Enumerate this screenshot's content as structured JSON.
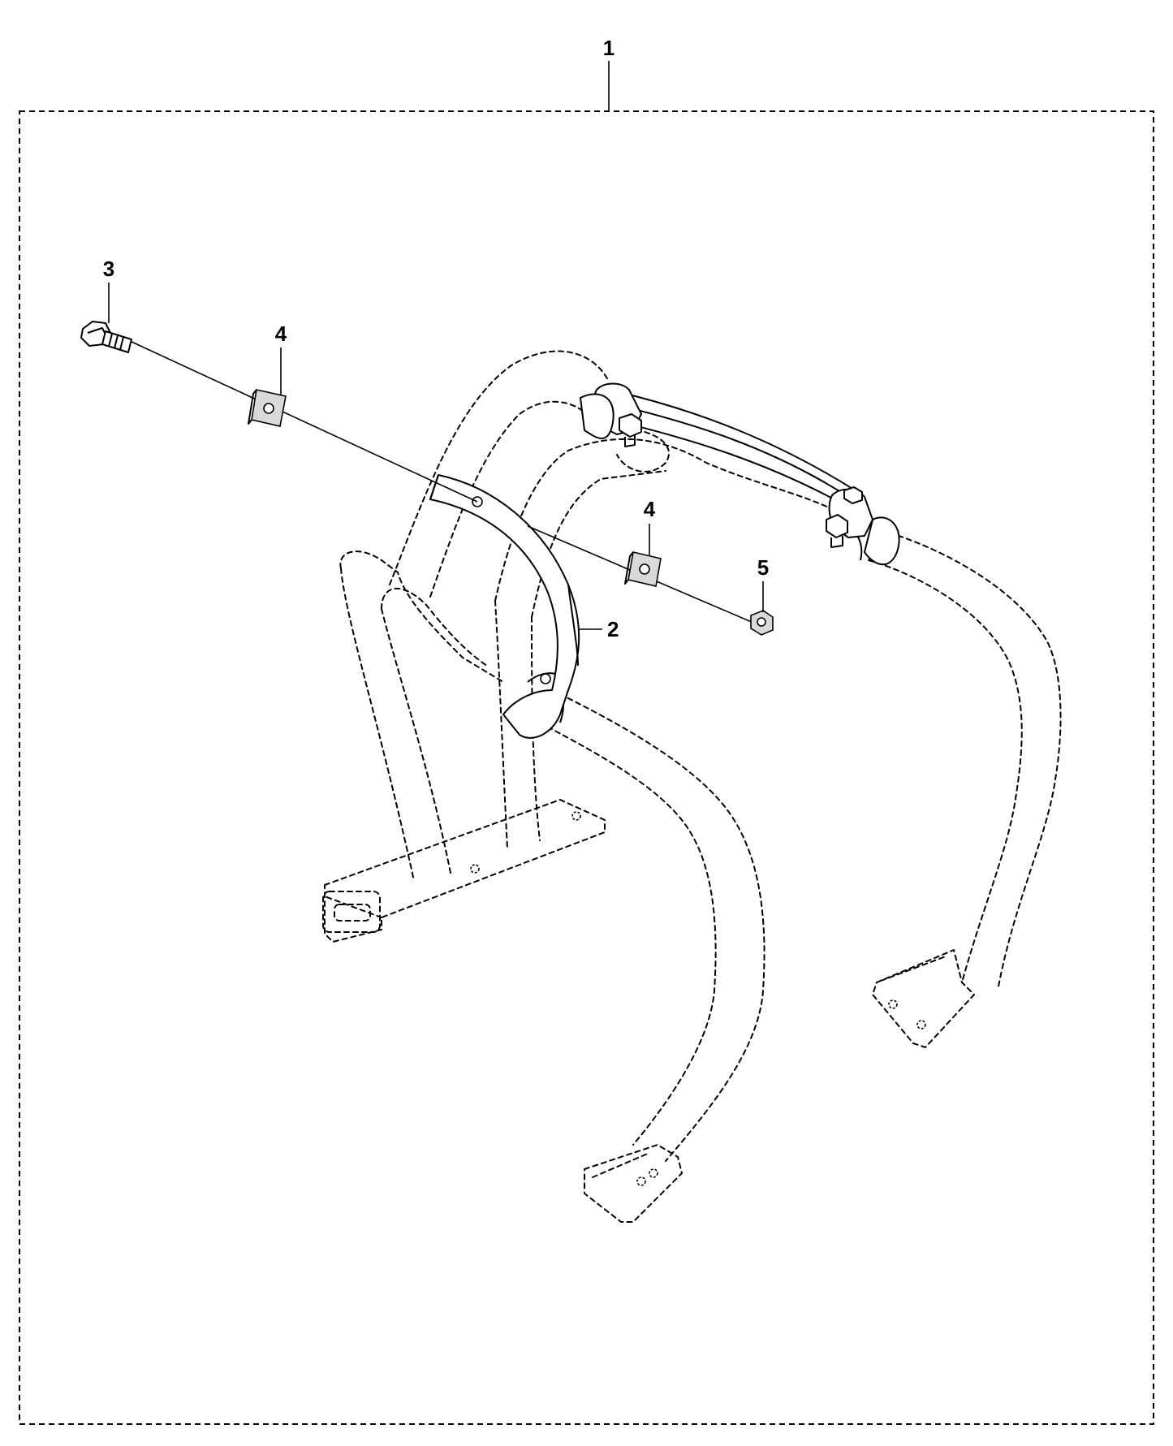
{
  "diagram": {
    "callouts": {
      "kit": "1",
      "bracket": "2",
      "bolt": "3",
      "washer_upper": "4",
      "washer_lower": "4",
      "nut": "5"
    }
  }
}
